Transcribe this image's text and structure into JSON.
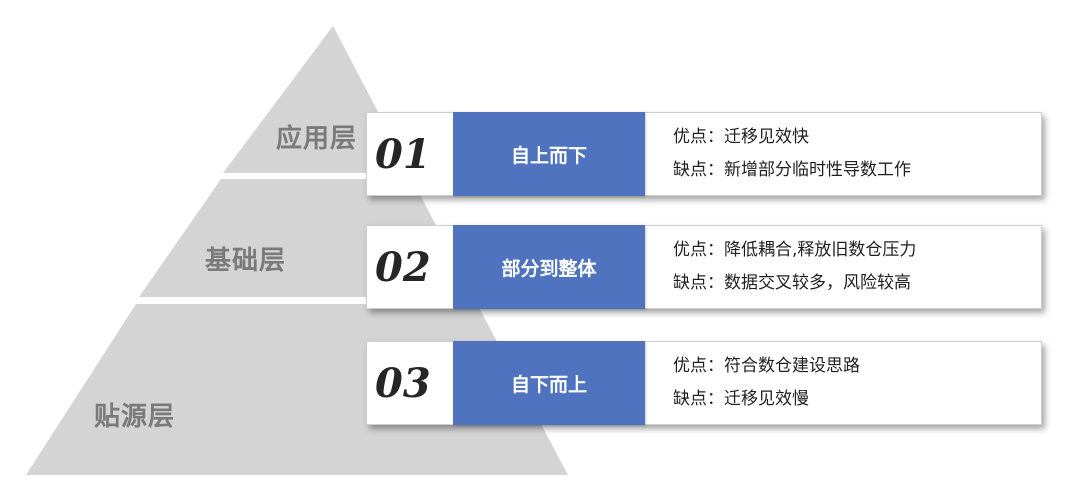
{
  "pyramid": {
    "fill": "#d4d4d4",
    "layers": [
      {
        "label": "应用层"
      },
      {
        "label": "基础层"
      },
      {
        "label": "贴源层"
      }
    ]
  },
  "cards": [
    {
      "number": "01",
      "title": "自上而下",
      "pro": "优点：迁移见效快",
      "con": "缺点：新增部分临时性导数工作"
    },
    {
      "number": "02",
      "title": "部分到整体",
      "pro": "优点：降低耦合,释放旧数仓压力",
      "con": "缺点：数据交叉较多，风险较高"
    },
    {
      "number": "03",
      "title": "自下而上",
      "pro": "优点：符合数仓建设思路",
      "con": "缺点：迁移见效慢"
    }
  ],
  "colors": {
    "title_bg": "#4f73be",
    "card_border": "#cfcfcf",
    "label_gray": "#7a7a7a"
  }
}
